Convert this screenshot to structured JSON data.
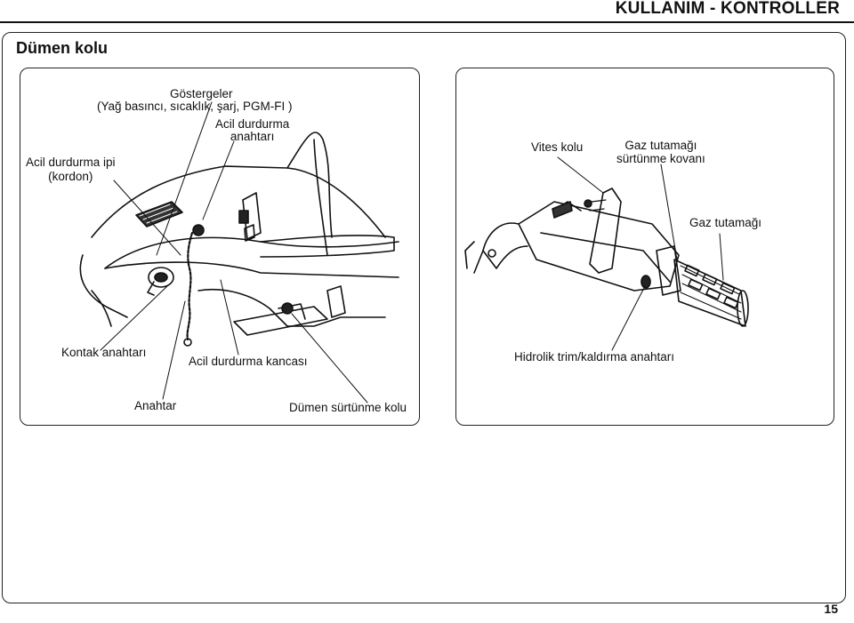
{
  "header": {
    "title": "KULLANIM - KONTROLLER"
  },
  "section_title": "Dümen kolu",
  "left_panel": {
    "labels": {
      "gauges_line1": "Göstergeler",
      "gauges_line2": "(Yağ basıncı, sıcaklık, şarj, PGM-FI )",
      "stop_switch_line1": "Acil durdurma",
      "stop_switch_line2": "anahtarı",
      "lanyard_line1": "Acil durdurma ipi",
      "lanyard_line2": "(kordon)",
      "ignition_switch": "Kontak anahtarı",
      "stop_clip": "Acil durdurma kancası",
      "key": "Anahtar",
      "steering_friction": "Dümen sürtünme kolu"
    }
  },
  "right_panel": {
    "labels": {
      "shift_lever": "Vites kolu",
      "throttle_friction_line1": "Gaz tutamağı",
      "throttle_friction_line2": "sürtünme kovanı",
      "throttle_grip": "Gaz tutamağı",
      "trim_switch": "Hidrolik trim/kaldırma anahtarı"
    }
  },
  "page_number": "15"
}
